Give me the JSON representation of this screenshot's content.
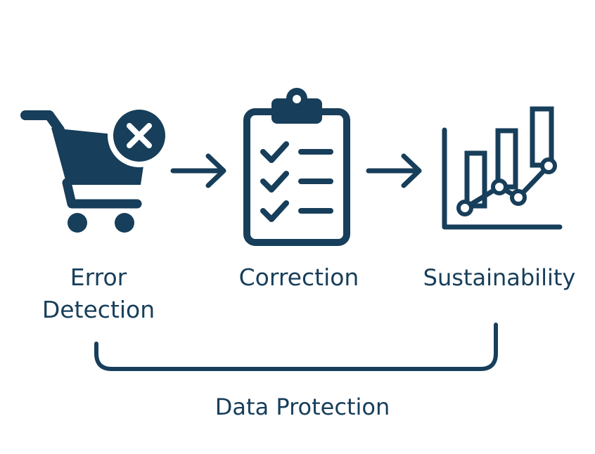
{
  "colors": {
    "primary": "#173e5a",
    "background": "#ffffff"
  },
  "stages": [
    {
      "label_line1": "Error",
      "label_line2": "Detection",
      "icon": "shopping-cart-with-x-icon"
    },
    {
      "label": "Correction",
      "icon": "clipboard-checklist-icon"
    },
    {
      "label": "Sustainability",
      "icon": "bar-line-chart-icon"
    }
  ],
  "connectors": [
    "arrow-right-icon",
    "arrow-right-icon"
  ],
  "bracket": {
    "label": "Data Protection"
  }
}
